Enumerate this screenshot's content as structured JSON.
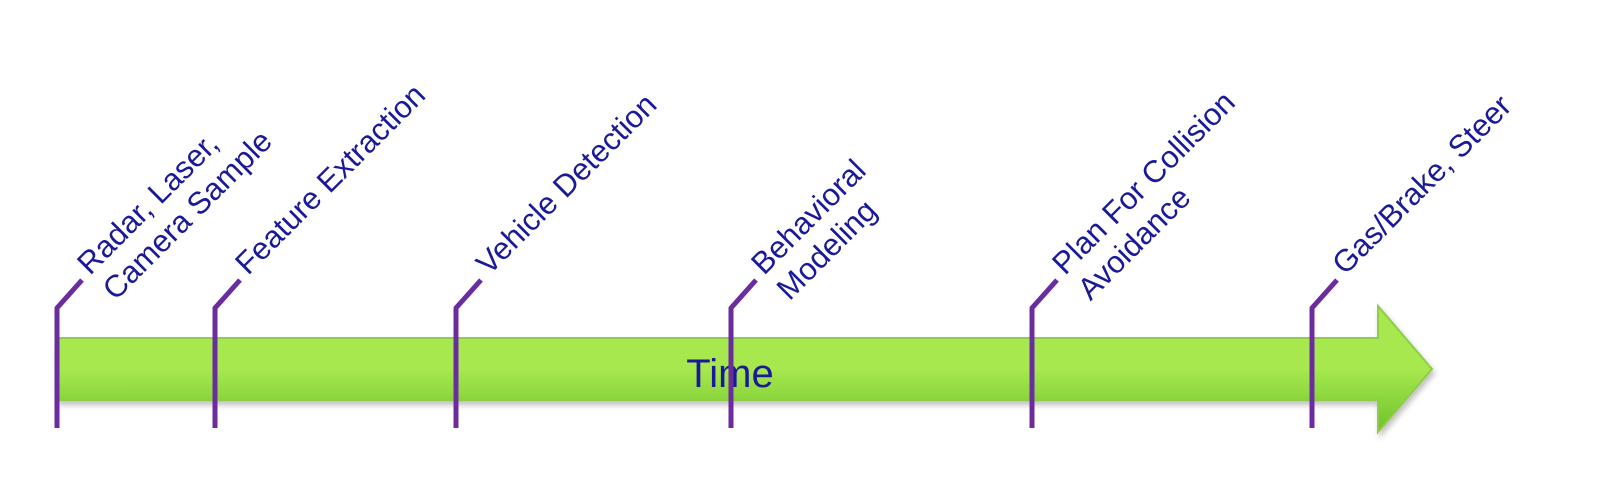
{
  "diagram": {
    "axis_label": "Time",
    "stages": [
      {
        "lines": [
          "Radar, Laser,",
          "Camera  Sample"
        ]
      },
      {
        "lines": [
          "Feature Extraction"
        ]
      },
      {
        "lines": [
          "Vehicle Detection"
        ]
      },
      {
        "lines": [
          "Behavioral",
          "Modeling"
        ]
      },
      {
        "lines": [
          "Plan For Collision",
          "Avoidance"
        ]
      },
      {
        "lines": [
          "Gas/Brake, Steer"
        ]
      }
    ]
  },
  "colors": {
    "arrow_light": "#a6e84e",
    "arrow_dark": "#6ec22a",
    "arrow_outline": "#8fcc4a",
    "marker": "#6a2c9e",
    "text": "#1a1a99"
  }
}
